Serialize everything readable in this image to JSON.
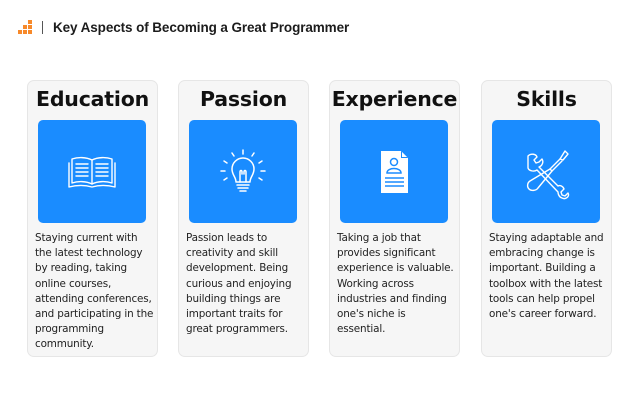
{
  "header": {
    "logo_icon": "orange-bar-chart-logo-icon",
    "title": "Key Aspects of Becoming a Great Programmer",
    "accent_color": "#f7892a"
  },
  "theme": {
    "icon_box_color": "#1a8cff",
    "card_background": "#f6f6f6"
  },
  "cards": [
    {
      "title": "Education",
      "icon": "open-book-icon",
      "text": "Staying current with the latest technology by reading, taking online courses, attending conferences, and participating in the programming community."
    },
    {
      "title": "Passion",
      "icon": "lightbulb-icon",
      "text": "Passion leads to creativity and skill development. Being curious and enjoying building things are important traits for great programmers."
    },
    {
      "title": "Experience",
      "icon": "resume-document-icon",
      "text": "Taking a job that provides significant experience is valuable. Working across industries and finding one's niche is essential."
    },
    {
      "title": "Skills",
      "icon": "wrench-screwdriver-icon",
      "text": "Staying adaptable and embracing change is important. Building a toolbox with the latest tools can help propel one's career forward."
    }
  ]
}
